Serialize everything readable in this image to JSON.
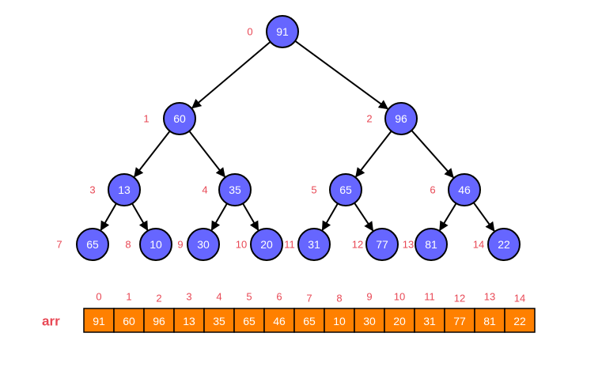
{
  "tree": {
    "nodes": [
      {
        "index": "0",
        "value": "91"
      },
      {
        "index": "1",
        "value": "60"
      },
      {
        "index": "2",
        "value": "96"
      },
      {
        "index": "3",
        "value": "13"
      },
      {
        "index": "4",
        "value": "35"
      },
      {
        "index": "5",
        "value": "65"
      },
      {
        "index": "6",
        "value": "46"
      },
      {
        "index": "7",
        "value": "65"
      },
      {
        "index": "8",
        "value": "10"
      },
      {
        "index": "9",
        "value": "30"
      },
      {
        "index": "10",
        "value": "20"
      },
      {
        "index": "11",
        "value": "31"
      },
      {
        "index": "12",
        "value": "77"
      },
      {
        "index": "13",
        "value": "81"
      },
      {
        "index": "14",
        "value": "22"
      }
    ]
  },
  "array": {
    "label": "arr",
    "indices": [
      "0",
      "1",
      "2",
      "3",
      "4",
      "5",
      "6",
      "7",
      "8",
      "9",
      "10",
      "11",
      "12",
      "13",
      "14"
    ],
    "values": [
      "91",
      "60",
      "96",
      "13",
      "35",
      "65",
      "46",
      "65",
      "10",
      "30",
      "20",
      "31",
      "77",
      "81",
      "22"
    ]
  },
  "colors": {
    "node_fill": "#6666ff",
    "index_text": "#e84855",
    "cell_fill": "#ff8000",
    "outline": "#000000"
  }
}
